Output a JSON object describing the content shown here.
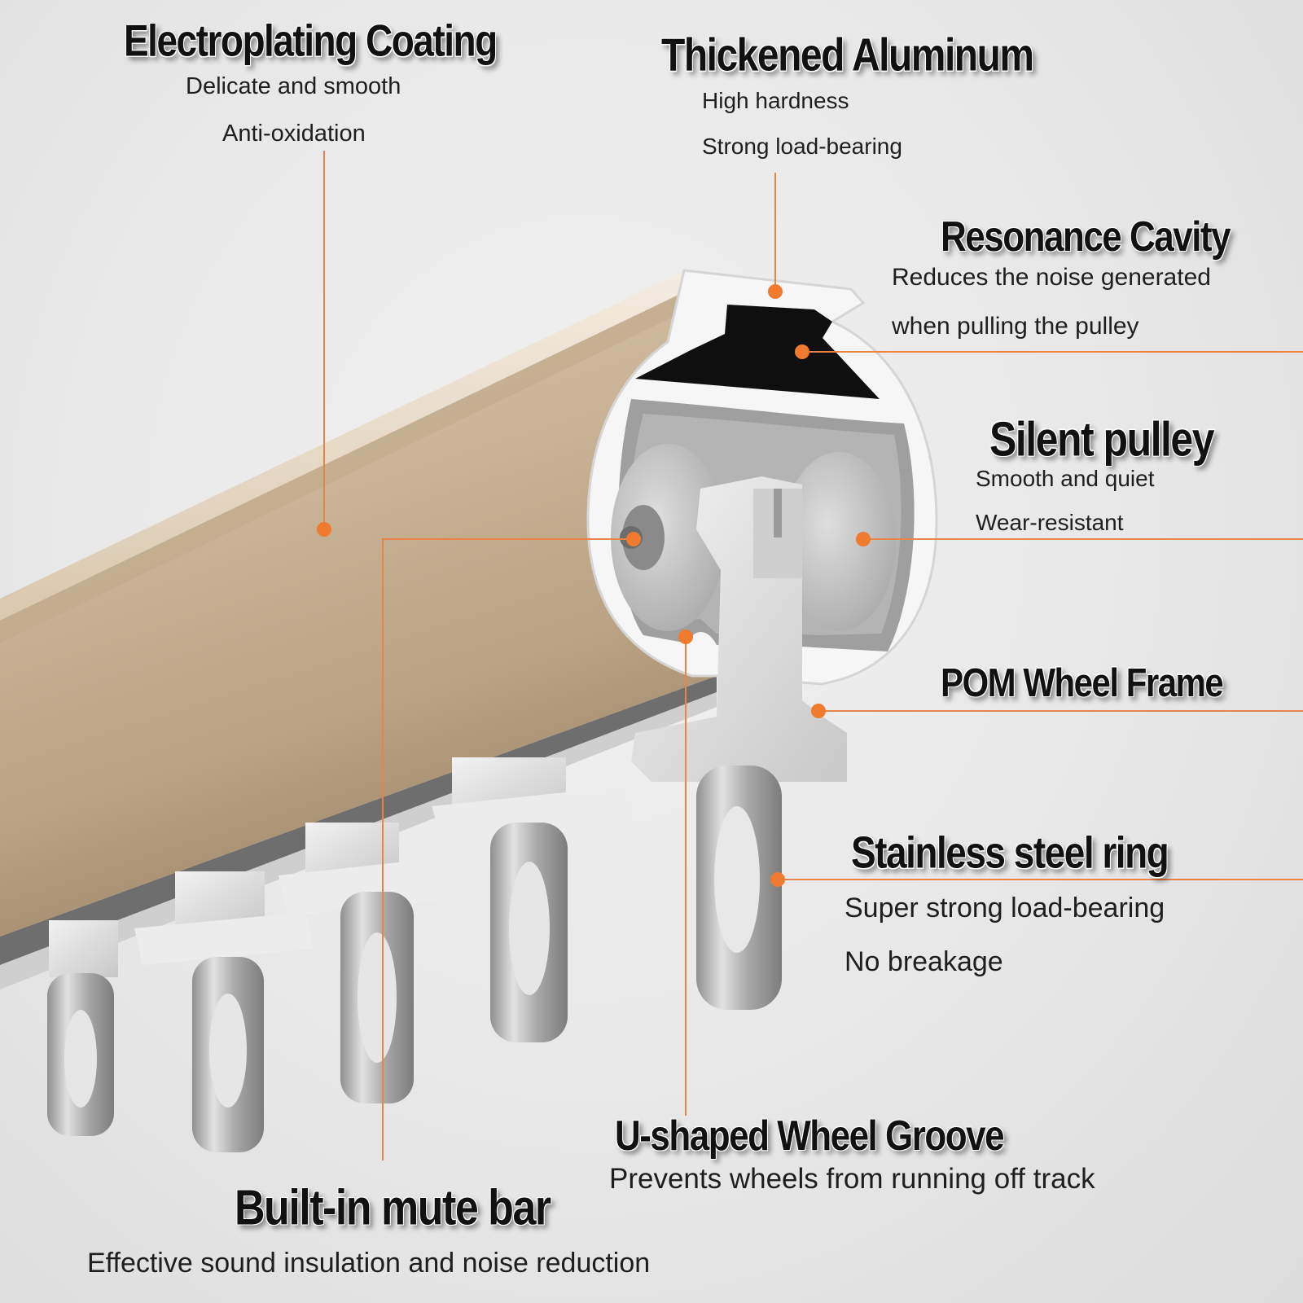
{
  "callouts": {
    "electroplating": {
      "title": "Electroplating Coating",
      "lines": [
        "Delicate and smooth",
        "Anti-oxidation"
      ]
    },
    "aluminum": {
      "title": "Thickened Aluminum",
      "lines": [
        "High hardness",
        "Strong load-bearing"
      ]
    },
    "resonance": {
      "title": "Resonance Cavity",
      "lines": [
        "Reduces the noise generated",
        "when pulling the pulley"
      ]
    },
    "pulley": {
      "title": "Silent pulley",
      "lines": [
        "Smooth and quiet",
        "Wear-resistant"
      ]
    },
    "pom": {
      "title": "POM Wheel Frame"
    },
    "ring": {
      "title": "Stainless steel ring",
      "lines": [
        "Super strong load-bearing",
        "No breakage"
      ]
    },
    "groove": {
      "title": "U-shaped Wheel Groove",
      "lines": [
        "Prevents wheels from running off track"
      ]
    },
    "mute": {
      "title": "Built-in mute bar",
      "lines": [
        "Effective sound insulation and noise reduction"
      ]
    }
  },
  "colors": {
    "leader": "#e8834a",
    "dot": "#f07a2e",
    "rail": "#c9b59a",
    "rail_light": "#e9dcc8",
    "cavity": "#0f0f0f",
    "nylon": "#dcdcdc",
    "steel": "#b9b9b9"
  }
}
